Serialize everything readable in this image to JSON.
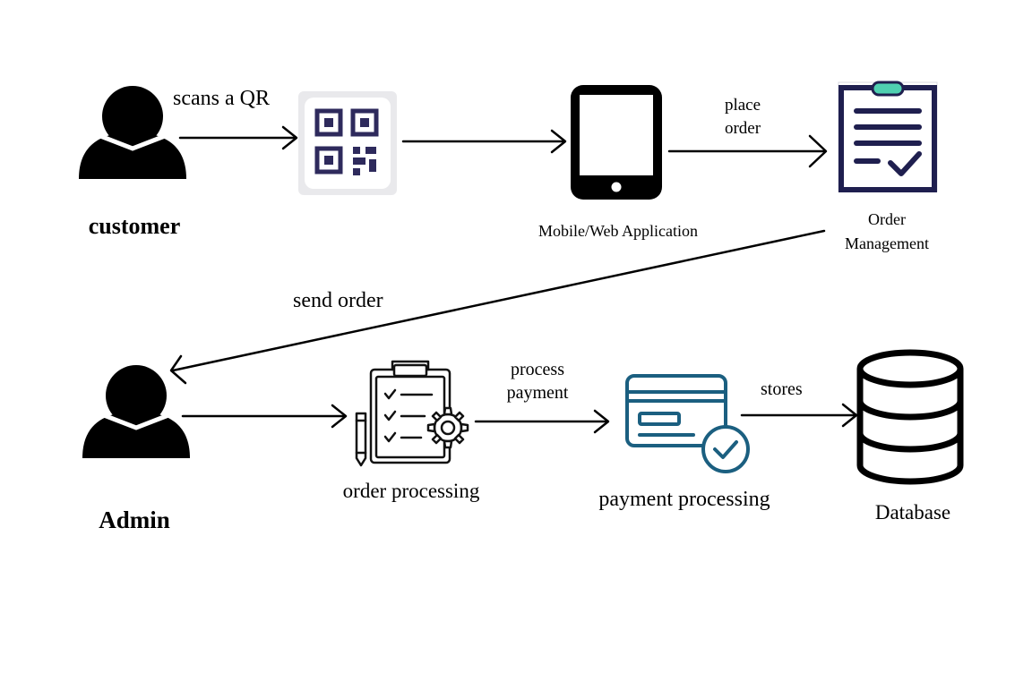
{
  "nodes": {
    "customer": {
      "label": "customer"
    },
    "qr": {
      "icon": "qr-code-icon"
    },
    "app": {
      "label": "Mobile/Web Application",
      "icon": "smartphone-icon"
    },
    "order_management": {
      "label_line1": "Order",
      "label_line2": "Management",
      "icon": "clipboard-checklist-icon"
    },
    "admin": {
      "label": "Admin"
    },
    "order_processing": {
      "label": "order processing",
      "icon": "clipboard-gear-icon"
    },
    "payment_processing": {
      "label": "payment processing",
      "icon": "credit-card-check-icon"
    },
    "database": {
      "label": "Database",
      "icon": "database-icon"
    }
  },
  "edges": {
    "scan": {
      "label": "scans a QR"
    },
    "place": {
      "line1": "place",
      "line2": "order"
    },
    "send": {
      "label": "send order"
    },
    "process": {
      "line1": "process",
      "line2": "payment"
    },
    "stores": {
      "label": "stores"
    }
  },
  "colors": {
    "qr_navy": "#2e2a5c",
    "clipboard_navy": "#1f1f4f",
    "clip_teal": "#4fd0b0",
    "payment_blue": "#1b5f80",
    "ink": "#000000"
  }
}
